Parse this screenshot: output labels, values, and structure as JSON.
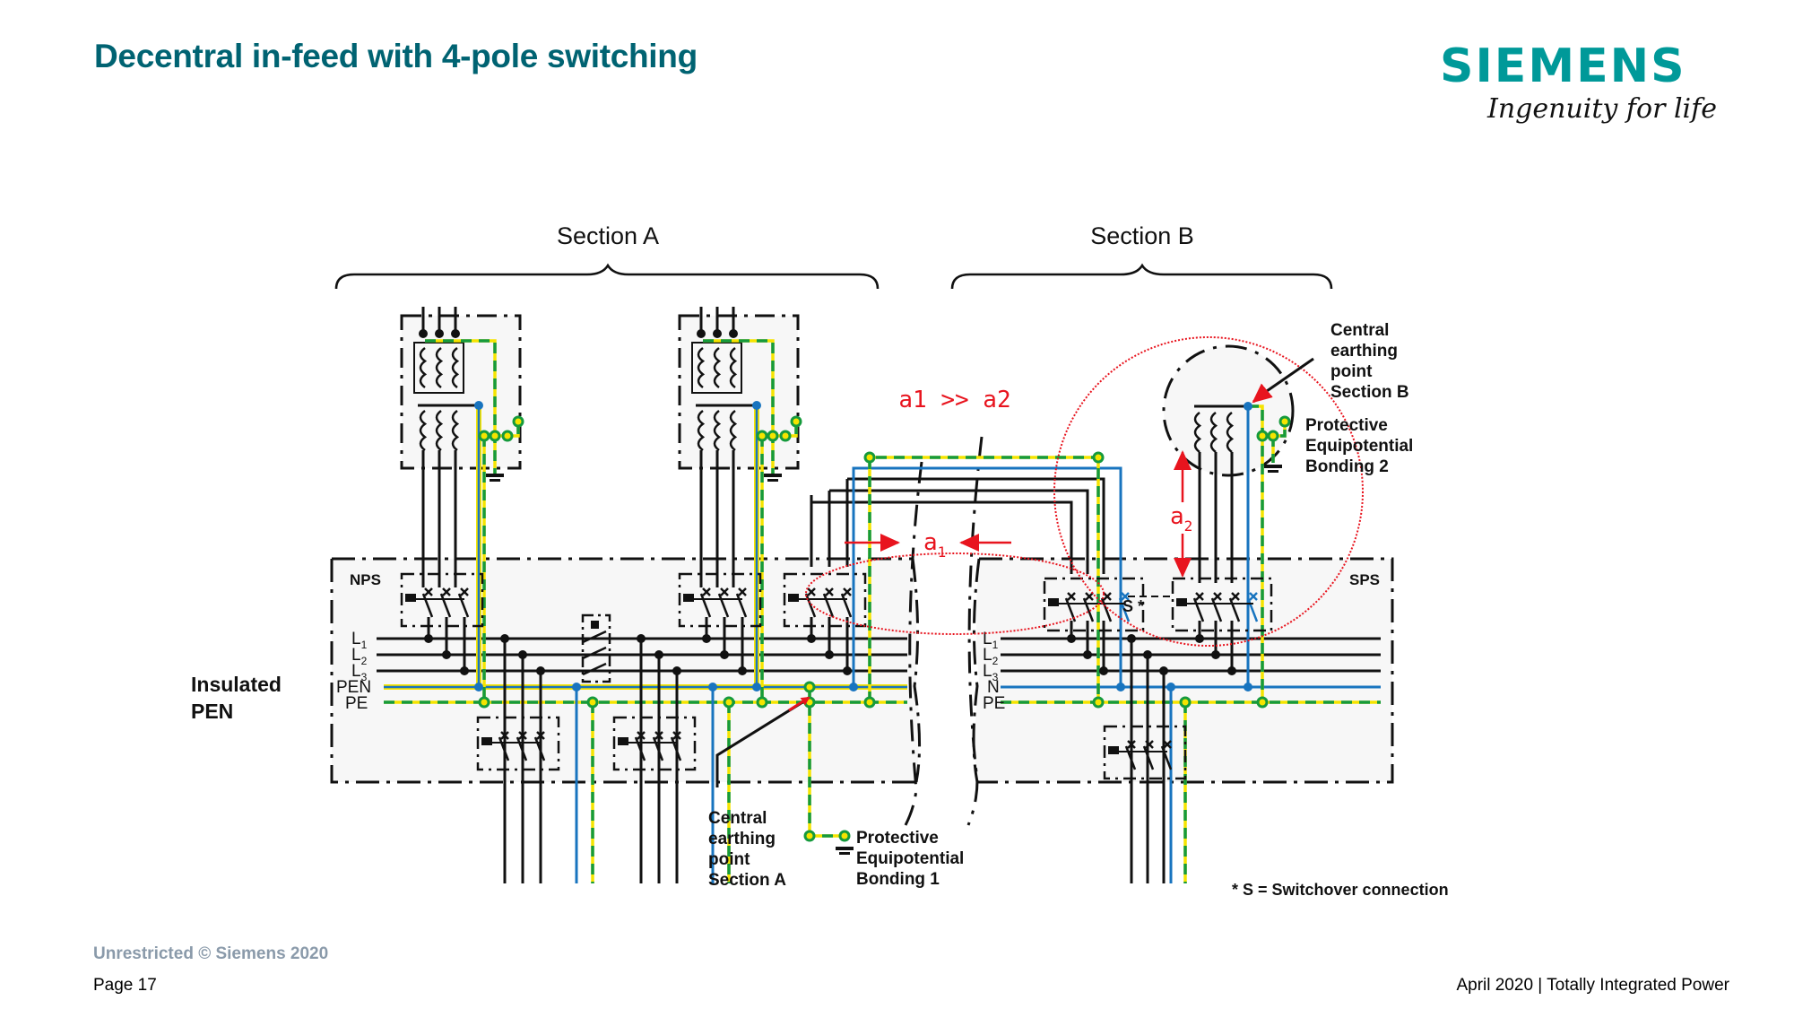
{
  "slide": {
    "title": "Decentral in-feed with 4-pole switching",
    "logo": {
      "wordmark": "SIEMENS",
      "tagline": "Ingenuity for life"
    },
    "footer": {
      "classification": "Unrestricted © Siemens 2020",
      "page": "Page 17",
      "right": "April 2020 | Totally Integrated Power"
    }
  },
  "diagram": {
    "sections": [
      {
        "label": "Section A",
        "switchboard": "NPS"
      },
      {
        "label": "Section B",
        "switchboard": "SPS"
      }
    ],
    "side_label": "Insulated\nPEN",
    "side_label_lines": [
      "Insulated",
      "PEN"
    ],
    "busbars_a": [
      "L1",
      "L2",
      "L3",
      "PEN",
      "PE"
    ],
    "busbars_b": [
      "L1",
      "L2",
      "L3",
      "N",
      "PE"
    ],
    "busbar_labels": {
      "l1": "L",
      "l1_sub": "1",
      "l2": "L",
      "l2_sub": "2",
      "l3": "L",
      "l3_sub": "3",
      "pen": "PEN",
      "n": "N",
      "pe": "PE"
    },
    "distance_relation": "a1 >> a2",
    "a1": {
      "letter": "a",
      "sub": "1"
    },
    "a2": {
      "letter": "a",
      "sub": "2"
    },
    "switchover_marker": "S *",
    "annotations": {
      "ceps_a": [
        "Central",
        "earthing",
        "point",
        "Section A"
      ],
      "ceps_b": [
        "Central",
        "earthing",
        "point",
        "Section B"
      ],
      "peb1": [
        "Protective",
        "Equipotential",
        "Bonding 1"
      ],
      "peb2": [
        "Protective",
        "Equipotential",
        "Bonding 2"
      ],
      "footnote": "* S = Switchover connection"
    },
    "colors": {
      "phase": "#000000",
      "neutral": "#1874bf",
      "pe_green": "#159a3c",
      "pe_yellow": "#f5e400",
      "highlight": "#e8141e",
      "panel_fill": "#f7f7f7"
    }
  }
}
